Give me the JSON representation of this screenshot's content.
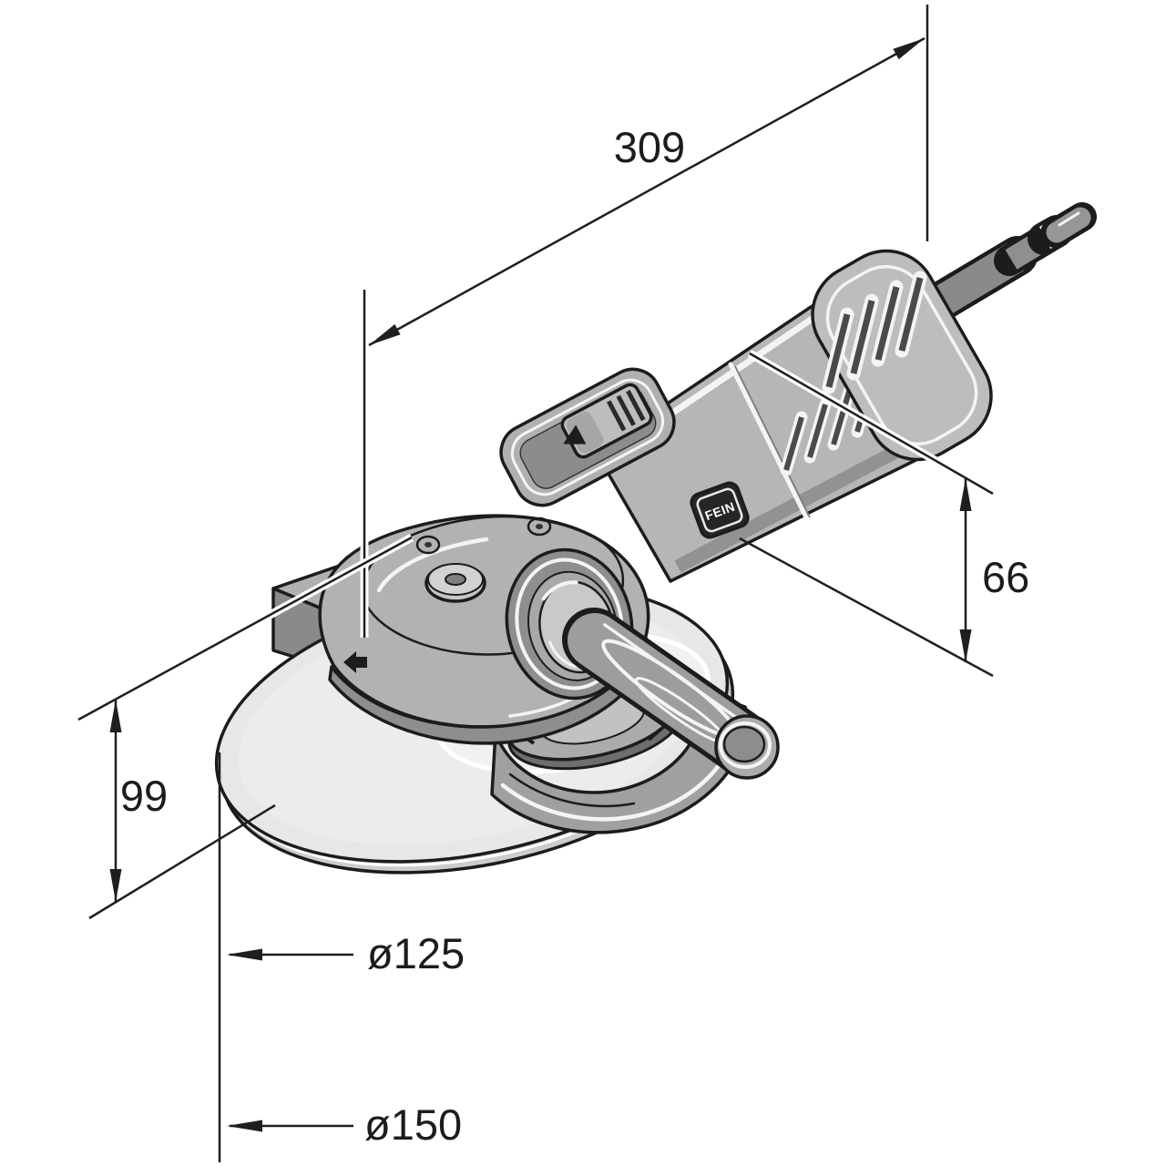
{
  "drawing": {
    "type": "isometric technical dimension drawing",
    "subject": "angle grinder"
  },
  "dimensions": {
    "overall_length": "309",
    "body_height": "66",
    "head_height": "99",
    "disc_diameter": "ø125",
    "guard_diameter": "ø150"
  },
  "badge": {
    "text": "FEIN"
  },
  "icons": {
    "rotation_direction_arrow": "left-arrow",
    "switch_direction_triangle": "left-triangle"
  },
  "colors": {
    "line": "#1c1c1c",
    "body": "#b6b6b6",
    "body_dark": "#8e8e8e",
    "disc": "#e7e7e7",
    "cable": "#8a8a8a",
    "background": "#ffffff"
  }
}
